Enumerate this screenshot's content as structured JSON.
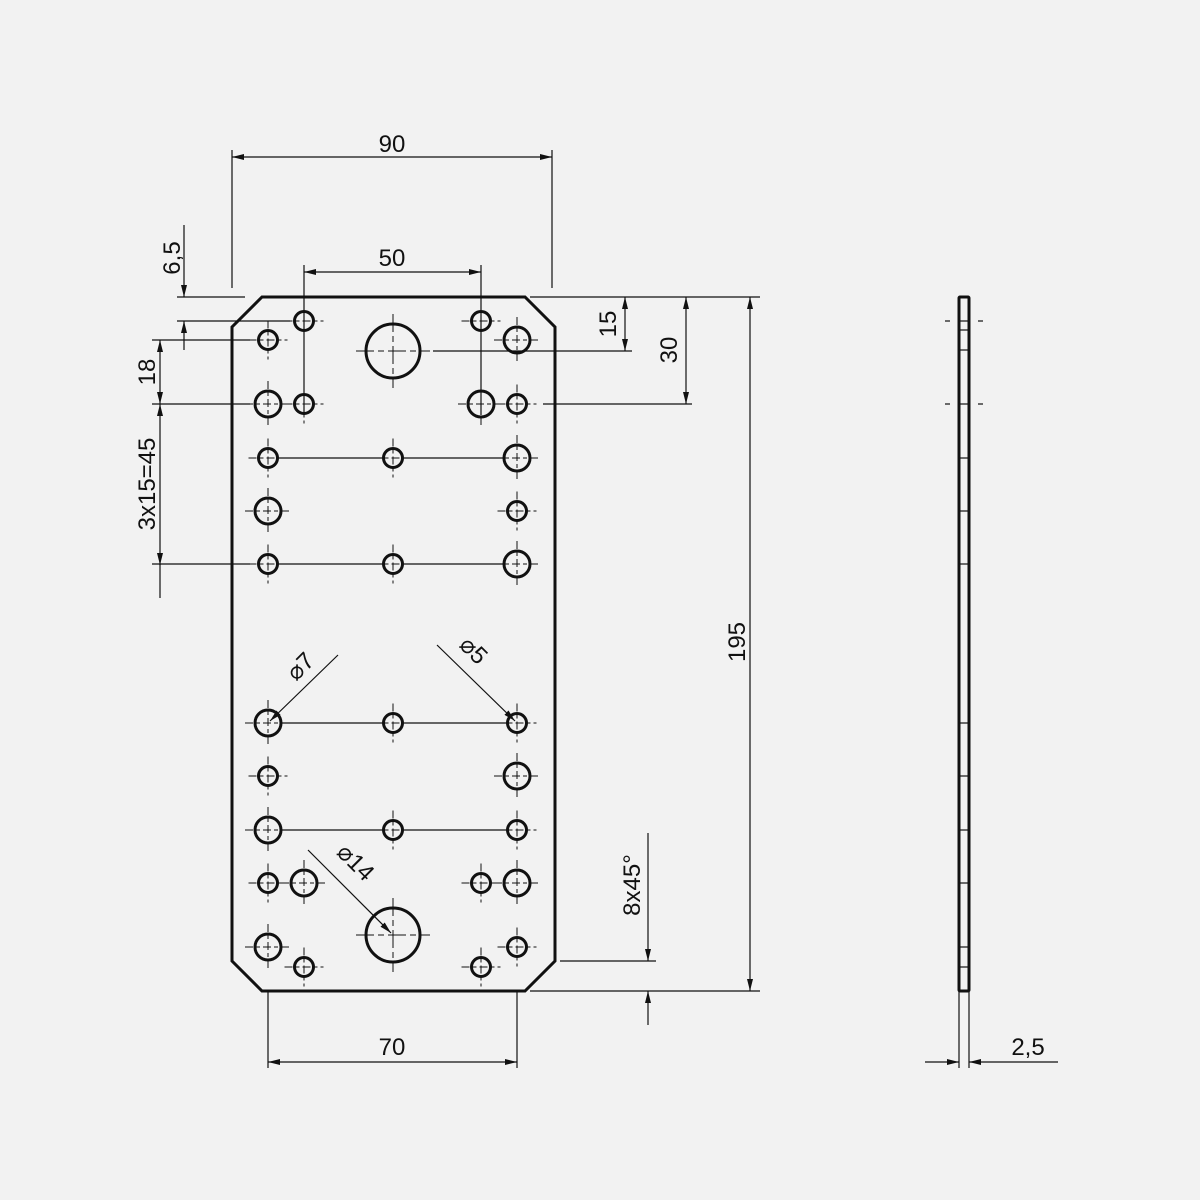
{
  "dimensions": {
    "overall_width": "90",
    "hole_spacing_top": "50",
    "top_offset": "6,5",
    "row_spacing": "18",
    "pitch": "3x15=45",
    "large_hole_offset": "15",
    "second_row_offset": "30",
    "overall_height": "195",
    "diameter_small": "⌀7",
    "diameter_tiny": "⌀5",
    "diameter_large": "⌀14",
    "chamfer": "8x45°",
    "bottom_spacing": "70",
    "thickness": "2,5"
  },
  "colors": {
    "line": "#111111",
    "background": "#f2f2f2"
  }
}
